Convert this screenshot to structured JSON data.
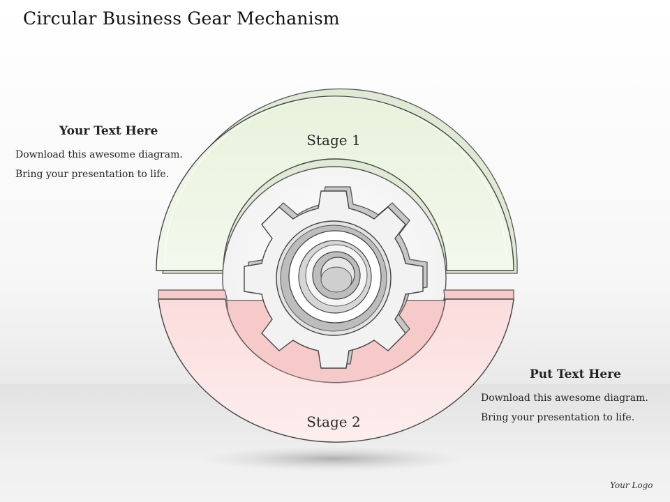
{
  "title": "Circular Business Gear Mechanism",
  "stages": [
    {
      "label": "Stage 1",
      "color": "#ecf5e2"
    },
    {
      "label": "Stage 2",
      "color": "#fce0e0"
    }
  ],
  "left_text": {
    "heading": "Your Text Here",
    "lines": [
      "Download this awesome diagram.",
      "Bring your presentation to life."
    ]
  },
  "right_text": {
    "heading": "Put Text Here",
    "lines": [
      "Download this awesome diagram.",
      "Bring your presentation to life."
    ]
  },
  "logo": "Your Logo",
  "icons": [
    "gear-icon"
  ]
}
